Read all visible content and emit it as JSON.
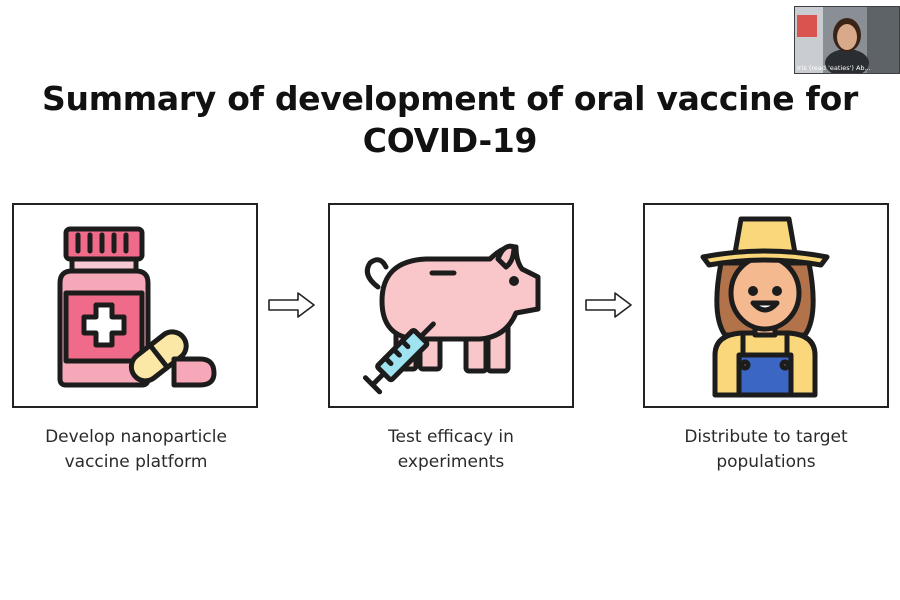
{
  "slide": {
    "title_line1": "Summary of development of oral vaccine for",
    "title_line2": "COVID-19",
    "steps": [
      {
        "caption_line1": "Develop nanoparticle",
        "caption_line2": "vaccine platform",
        "icon": "medicine-bottle-pills-icon"
      },
      {
        "caption_line1": "Test efficacy in",
        "caption_line2": "experiments",
        "icon": "pig-syringe-icon"
      },
      {
        "caption_line1": "Distribute to target",
        "caption_line2": "populations",
        "icon": "farmer-icon"
      }
    ],
    "arrow_icon": "right-arrow-icon"
  },
  "video_participant": {
    "name": "Iris (read 'eaties') Ab..."
  },
  "colors": {
    "bottle_pink": "#f7a8b8",
    "cap_pink": "#f06b8a",
    "pig_pink": "#f9c6c9",
    "syringe_blue": "#9fe3f0",
    "hat_yellow": "#f9d77a",
    "overalls_blue": "#3b66c4"
  }
}
